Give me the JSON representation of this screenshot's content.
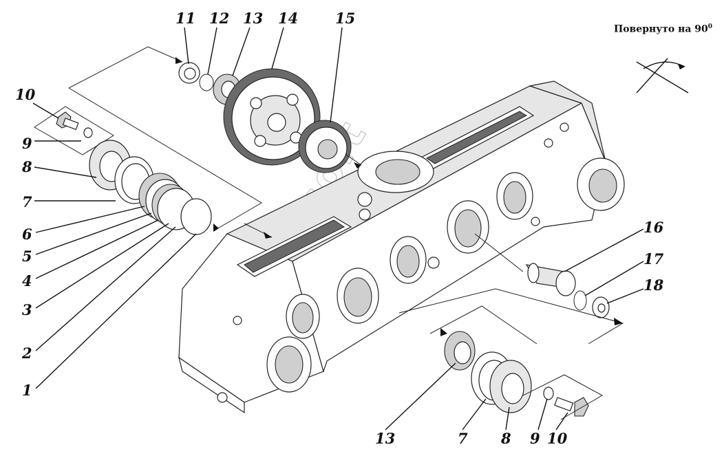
{
  "note": {
    "text": "Повернуто на 90",
    "degree": "0"
  },
  "watermark": "Autosoft",
  "labels": {
    "l1": "1",
    "l2": "2",
    "l3": "3",
    "l4": "4",
    "l5": "5",
    "l6": "6",
    "l7": "7",
    "l8": "8",
    "l9": "9",
    "l10": "10",
    "l11": "11",
    "l12": "12",
    "l13": "13",
    "l14": "14",
    "l15": "15",
    "l16": "16",
    "l17": "17",
    "l18": "18",
    "l13b": "13",
    "l7b": "7",
    "l8b": "8",
    "l9b": "9",
    "l10b": "10"
  }
}
